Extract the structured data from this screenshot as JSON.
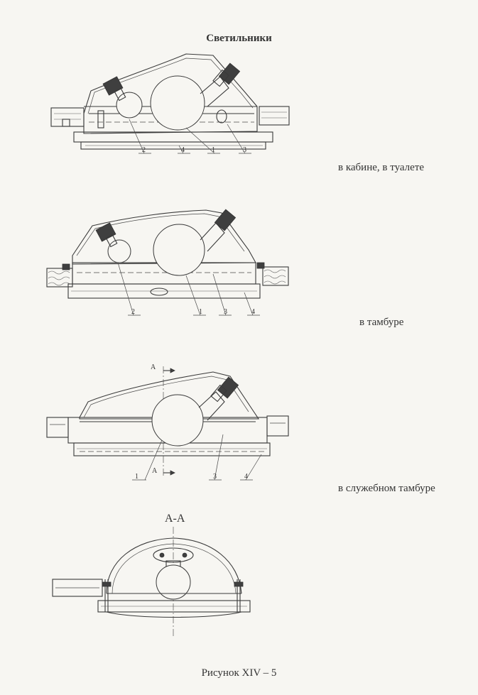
{
  "title": "Светильники",
  "captions": {
    "cabin": "в кабине, в туалете",
    "vestibule": "в тамбуре",
    "service": "в служебном тамбуре"
  },
  "section": {
    "title": "А-А",
    "mark": "А"
  },
  "figure_caption": "Рисунок  XIV – 5",
  "callouts": {
    "d1": [
      "2",
      "4",
      "1",
      "3"
    ],
    "d2": [
      "2",
      "1",
      "3",
      "4"
    ],
    "d3": [
      "1",
      "3",
      "4"
    ]
  }
}
